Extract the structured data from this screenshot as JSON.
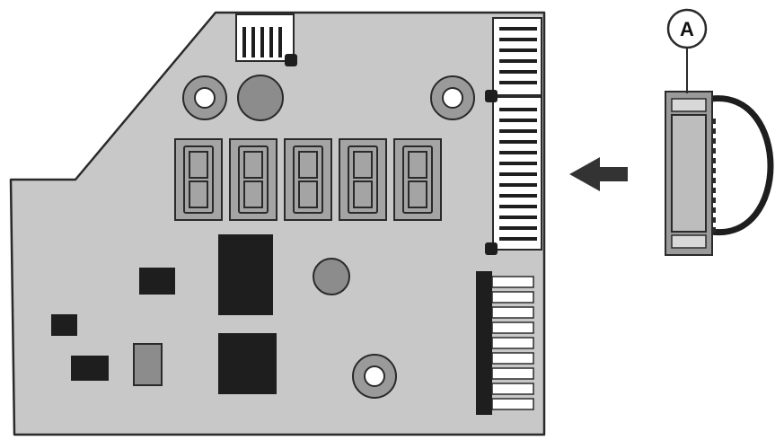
{
  "callout": {
    "label": "A"
  },
  "display": {
    "digits": [
      "0",
      "0",
      "0",
      "0",
      "0"
    ]
  },
  "colors": {
    "board_fill": "#c8c8c8",
    "outline": "#2a2a2a",
    "chip": "#1e1e1e",
    "hole_ring": "#9a9a9a",
    "hole_center": "#ffffff",
    "gray_component": "#8c8c8c",
    "display_fill": "#a4a4a4",
    "connector_fill": "#ffffff"
  },
  "icons": {
    "direction": "arrow-left-icon"
  }
}
